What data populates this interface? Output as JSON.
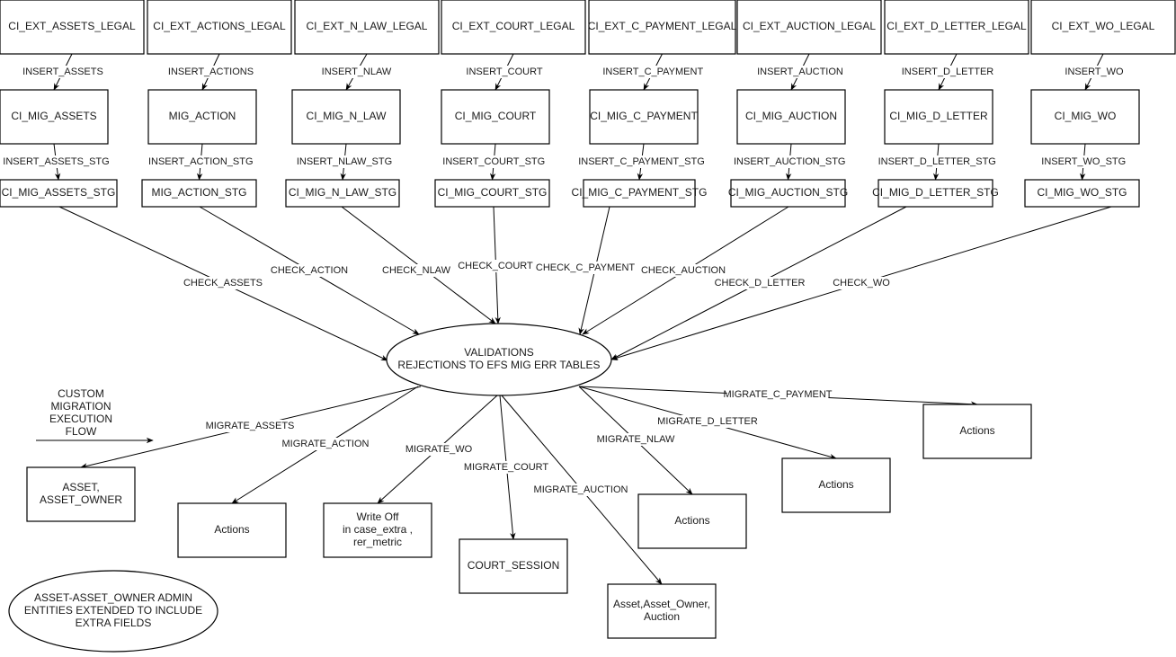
{
  "diagram": {
    "title": "Custom migration execution flow",
    "legend": {
      "lines": [
        "CUSTOM",
        "MIGRATION",
        "EXECUTION",
        "FLOW"
      ]
    },
    "note": {
      "lines": [
        "ASSET-ASSET_OWNER ADMIN",
        "ENTITIES EXTENDED TO INCLUDE",
        "EXTRA FIELDS"
      ]
    },
    "validation": {
      "lines": [
        "VALIDATIONS",
        "REJECTIONS TO EFS MIG ERR TABLES"
      ]
    },
    "pipelines": [
      {
        "ext": "CI_EXT_ASSETS_LEGAL",
        "insert": "INSERT_ASSETS",
        "mig": "CI_MIG_ASSETS",
        "insert_stg": "INSERT_ASSETS_STG",
        "stg": "CI_MIG_ASSETS_STG",
        "check": "CHECK_ASSETS"
      },
      {
        "ext": "CI_EXT_ACTIONS_LEGAL",
        "insert": "INSERT_ACTIONS",
        "mig": "MIG_ACTION",
        "insert_stg": "INSERT_ACTION_STG",
        "stg": "MIG_ACTION_STG",
        "check": "CHECK_ACTION"
      },
      {
        "ext": "CI_EXT_N_LAW_LEGAL",
        "insert": "INSERT_NLAW",
        "mig": "CI_MIG_N_LAW",
        "insert_stg": "INSERT_NLAW_STG",
        "stg": "CI_MIG_N_LAW_STG",
        "check": "CHECK_NLAW"
      },
      {
        "ext": "CI_EXT_COURT_LEGAL",
        "insert": "INSERT_COURT",
        "mig": "CI_MIG_COURT",
        "insert_stg": "INSERT_COURT_STG",
        "stg": "CI_MIG_COURT_STG",
        "check": "CHECK_COURT"
      },
      {
        "ext": "CI_EXT_C_PAYMENT_LEGAL",
        "insert": "INSERT_C_PAYMENT",
        "mig": "CI_MIG_C_PAYMENT",
        "insert_stg": "INSERT_C_PAYMENT_STG",
        "stg": "CI_MIG_C_PAYMENT_STG",
        "check": "CHECK_C_PAYMENT"
      },
      {
        "ext": "CI_EXT_AUCTION_LEGAL",
        "insert": "INSERT_AUCTION",
        "mig": "CI_MIG_AUCTION",
        "insert_stg": "INSERT_AUCTION_STG",
        "stg": "CI_MIG_AUCTION_STG",
        "check": "CHECK_AUCTION"
      },
      {
        "ext": "CI_EXT_D_LETTER_LEGAL",
        "insert": "INSERT_D_LETTER",
        "mig": "CI_MIG_D_LETTER",
        "insert_stg": "INSERT_D_LETTER_STG",
        "stg": "CI_MIG_D_LETTER_STG",
        "check": "CHECK_D_LETTER"
      },
      {
        "ext": "CI_EXT_WO_LEGAL",
        "insert": "INSERT_WO",
        "mig": "CI_MIG_WO",
        "insert_stg": "INSERT_WO_STG",
        "stg": "CI_MIG_WO_STG",
        "check": "CHECK_WO"
      }
    ],
    "targets": [
      {
        "label": "MIGRATE_ASSETS",
        "lines": [
          "ASSET,",
          "ASSET_OWNER"
        ]
      },
      {
        "label": "MIGRATE_ACTION",
        "lines": [
          "Actions"
        ]
      },
      {
        "label": "MIGRATE_WO",
        "lines": [
          "Write Off",
          "in case_extra ,",
          "rer_metric"
        ]
      },
      {
        "label": "MIGRATE_COURT",
        "lines": [
          "COURT_SESSION"
        ]
      },
      {
        "label": "MIGRATE_AUCTION",
        "lines": [
          "Asset,Asset_Owner,",
          "Auction"
        ]
      },
      {
        "label": "MIGRATE_NLAW",
        "lines": [
          "Actions"
        ]
      },
      {
        "label": "MIGRATE_D_LETTER",
        "lines": [
          "Actions"
        ]
      },
      {
        "label": "MIGRATE_C_PAYMENT",
        "lines": [
          "Actions"
        ]
      }
    ]
  }
}
